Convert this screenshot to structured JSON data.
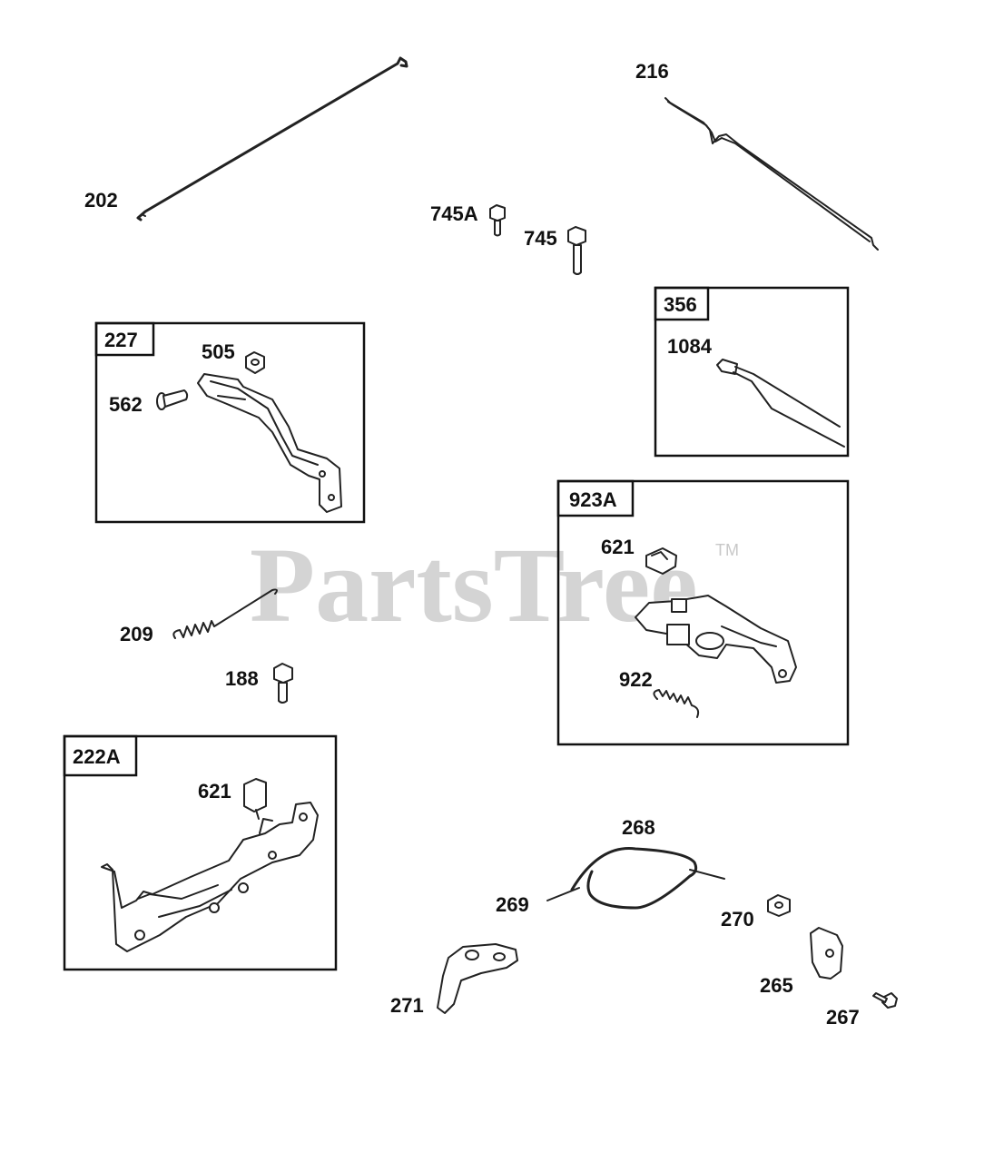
{
  "watermark": {
    "text": "PartsTree",
    "tm": "TM"
  },
  "boxes": {
    "b227": "227",
    "b356": "356",
    "b923A": "923A",
    "b222A": "222A"
  },
  "labels": {
    "p202": "202",
    "p216": "216",
    "p745A": "745A",
    "p745": "745",
    "p505": "505",
    "p562": "562",
    "p1084": "1084",
    "p621a": "621",
    "p922": "922",
    "p209": "209",
    "p188": "188",
    "p621b": "621",
    "p268": "268",
    "p269": "269",
    "p270": "270",
    "p265": "265",
    "p271": "271",
    "p267": "267"
  }
}
